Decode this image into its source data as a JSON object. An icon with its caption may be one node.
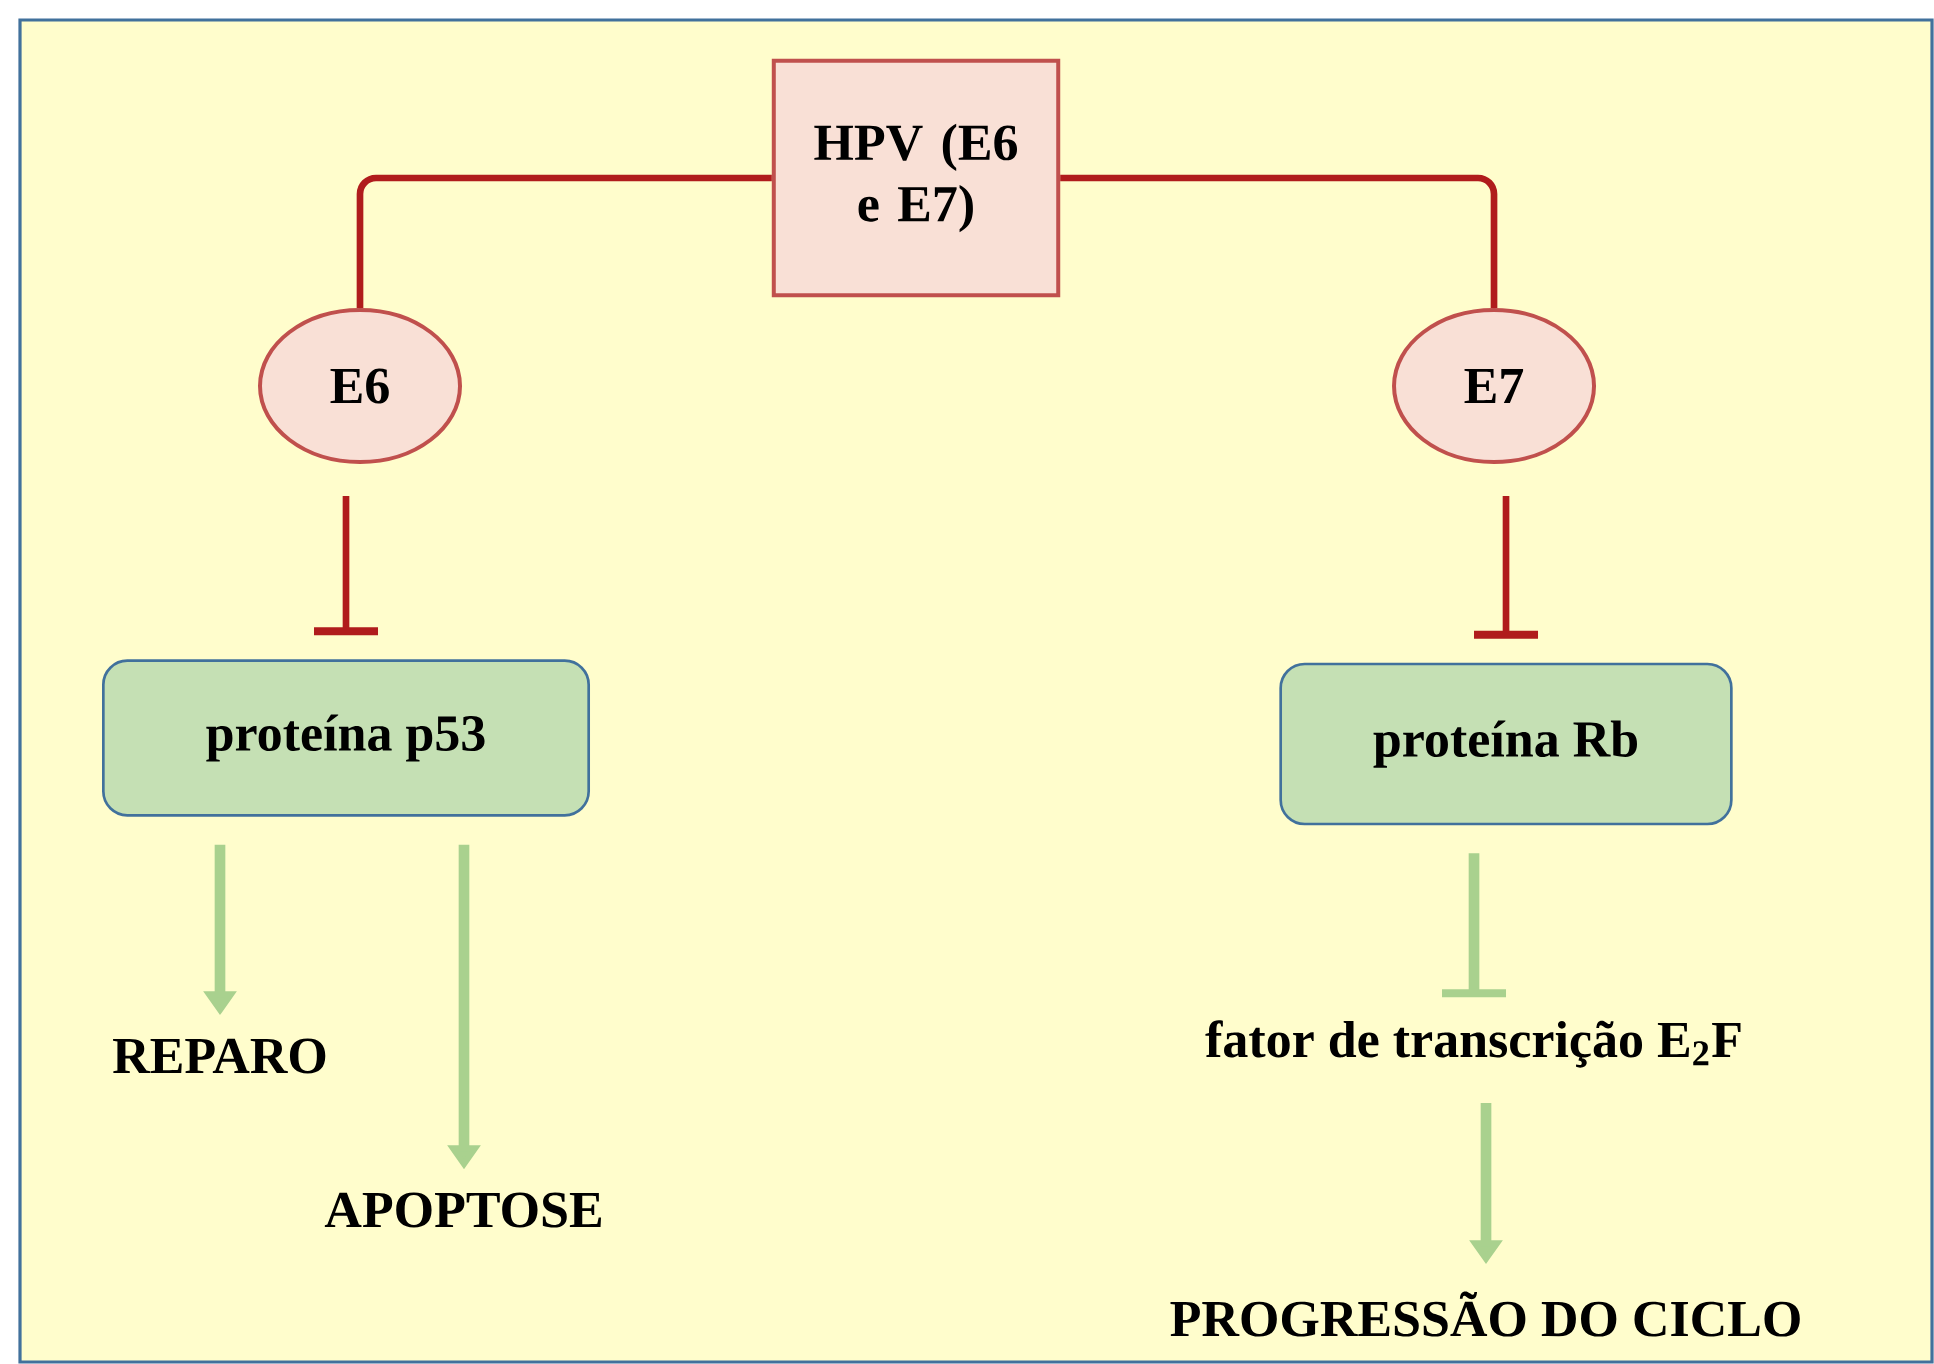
{
  "diagram": {
    "nodes": [
      {
        "text": [
          "HPV (E6 e E7)"
        ]
      },
      {
        "text": [
          "E6"
        ]
      },
      {
        "text": [
          "E7"
        ]
      },
      {
        "text": [
          "proteína p53"
        ]
      },
      {
        "text": [
          "proteína Rb"
        ]
      },
      {
        "text": [
          "REPARO"
        ]
      },
      {
        "text": [
          "APOPTOSE"
        ]
      },
      {
        "text": [
          "fator de transcrição E$_{2}$F"
        ]
      },
      {
        "text": [
          "PROGRESSÃO DO CICLO"
        ]
      }
    ],
    "edges": [
      {
        "from": 0,
        "to": 1,
        "arrow": "none",
        "color": "#b01c1c"
      },
      {
        "from": 0,
        "to": 2,
        "arrow": "none",
        "color": "#b01c1c"
      },
      {
        "from": 1,
        "to": 3,
        "arrow": "other",
        "color": "#b01c1c"
      },
      {
        "from": 2,
        "to": 4,
        "arrow": "other",
        "color": "#b01c1c"
      },
      {
        "from": 3,
        "to": 5,
        "arrow": "to",
        "color": "#a9d18e"
      },
      {
        "from": 3,
        "to": 6,
        "arrow": "to",
        "color": "#a9d18e"
      },
      {
        "from": 4,
        "to": 7,
        "arrow": "other",
        "color": "#a9d18e"
      },
      {
        "from": 7,
        "to": 8,
        "arrow": "to",
        "color": "#a9d18e"
      }
    ]
  }
}
